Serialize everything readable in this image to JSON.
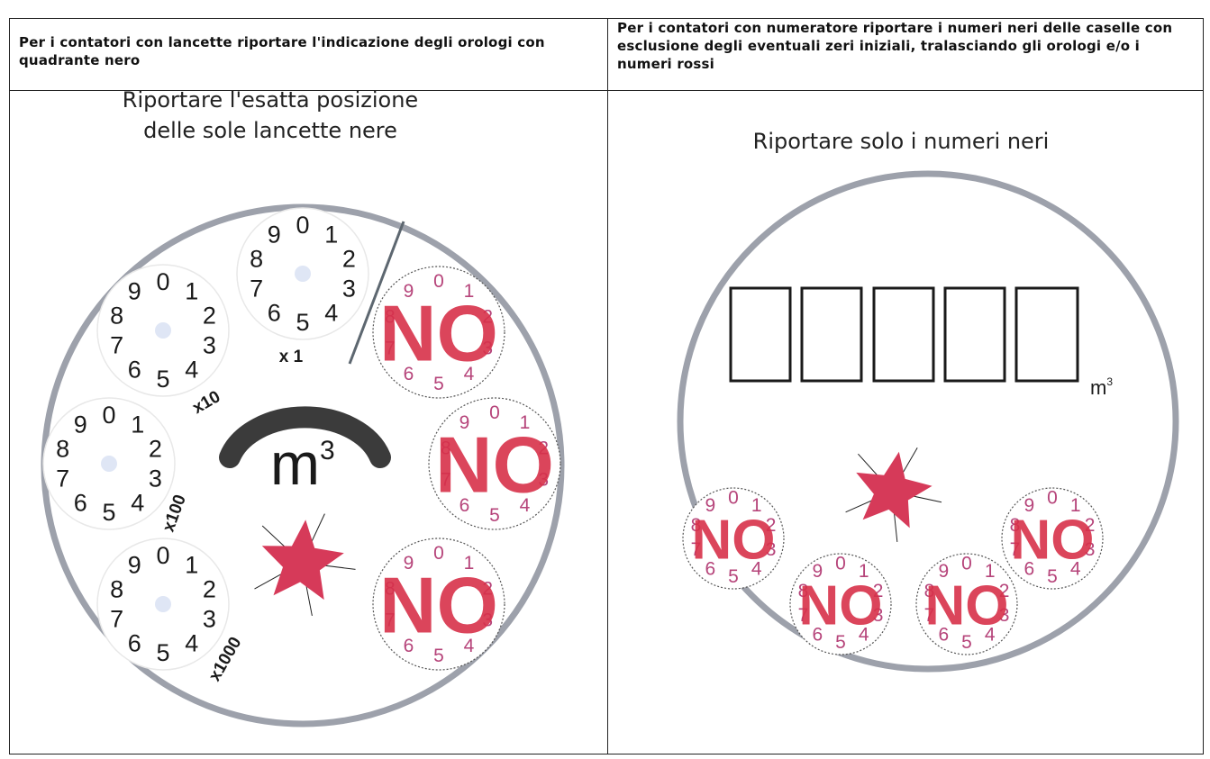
{
  "headers": {
    "left": "Per i contatori con lancette riportare l'indicazione degli orologi con quadrante nero",
    "right": "Per i contatori con numeratore riportare i numeri neri delle caselle con esclusione degli eventuali zeri iniziali, tralasciando gli orologi e/o i numeri rossi"
  },
  "subtitles": {
    "left": "Riportare l'esatta posizione\ndelle sole lancette nere",
    "right": "Riportare solo i numeri neri"
  },
  "dial_digits": [
    "0",
    "1",
    "2",
    "3",
    "4",
    "5",
    "6",
    "7",
    "8",
    "9"
  ],
  "dial_multipliers": [
    "x 1",
    "x10",
    "x100",
    "x1000"
  ],
  "meter_unit": "m",
  "meter_unit_exp": "3",
  "counter_unit": "m",
  "counter_unit_exp": "3",
  "no_label": "NO",
  "counter_boxes": 5,
  "colors": {
    "dial_face": "#dfe6f5",
    "no_red": "#d8314a",
    "ring": "#9da1ab",
    "arc": "#3b3b3b",
    "star": "#d63a59"
  }
}
